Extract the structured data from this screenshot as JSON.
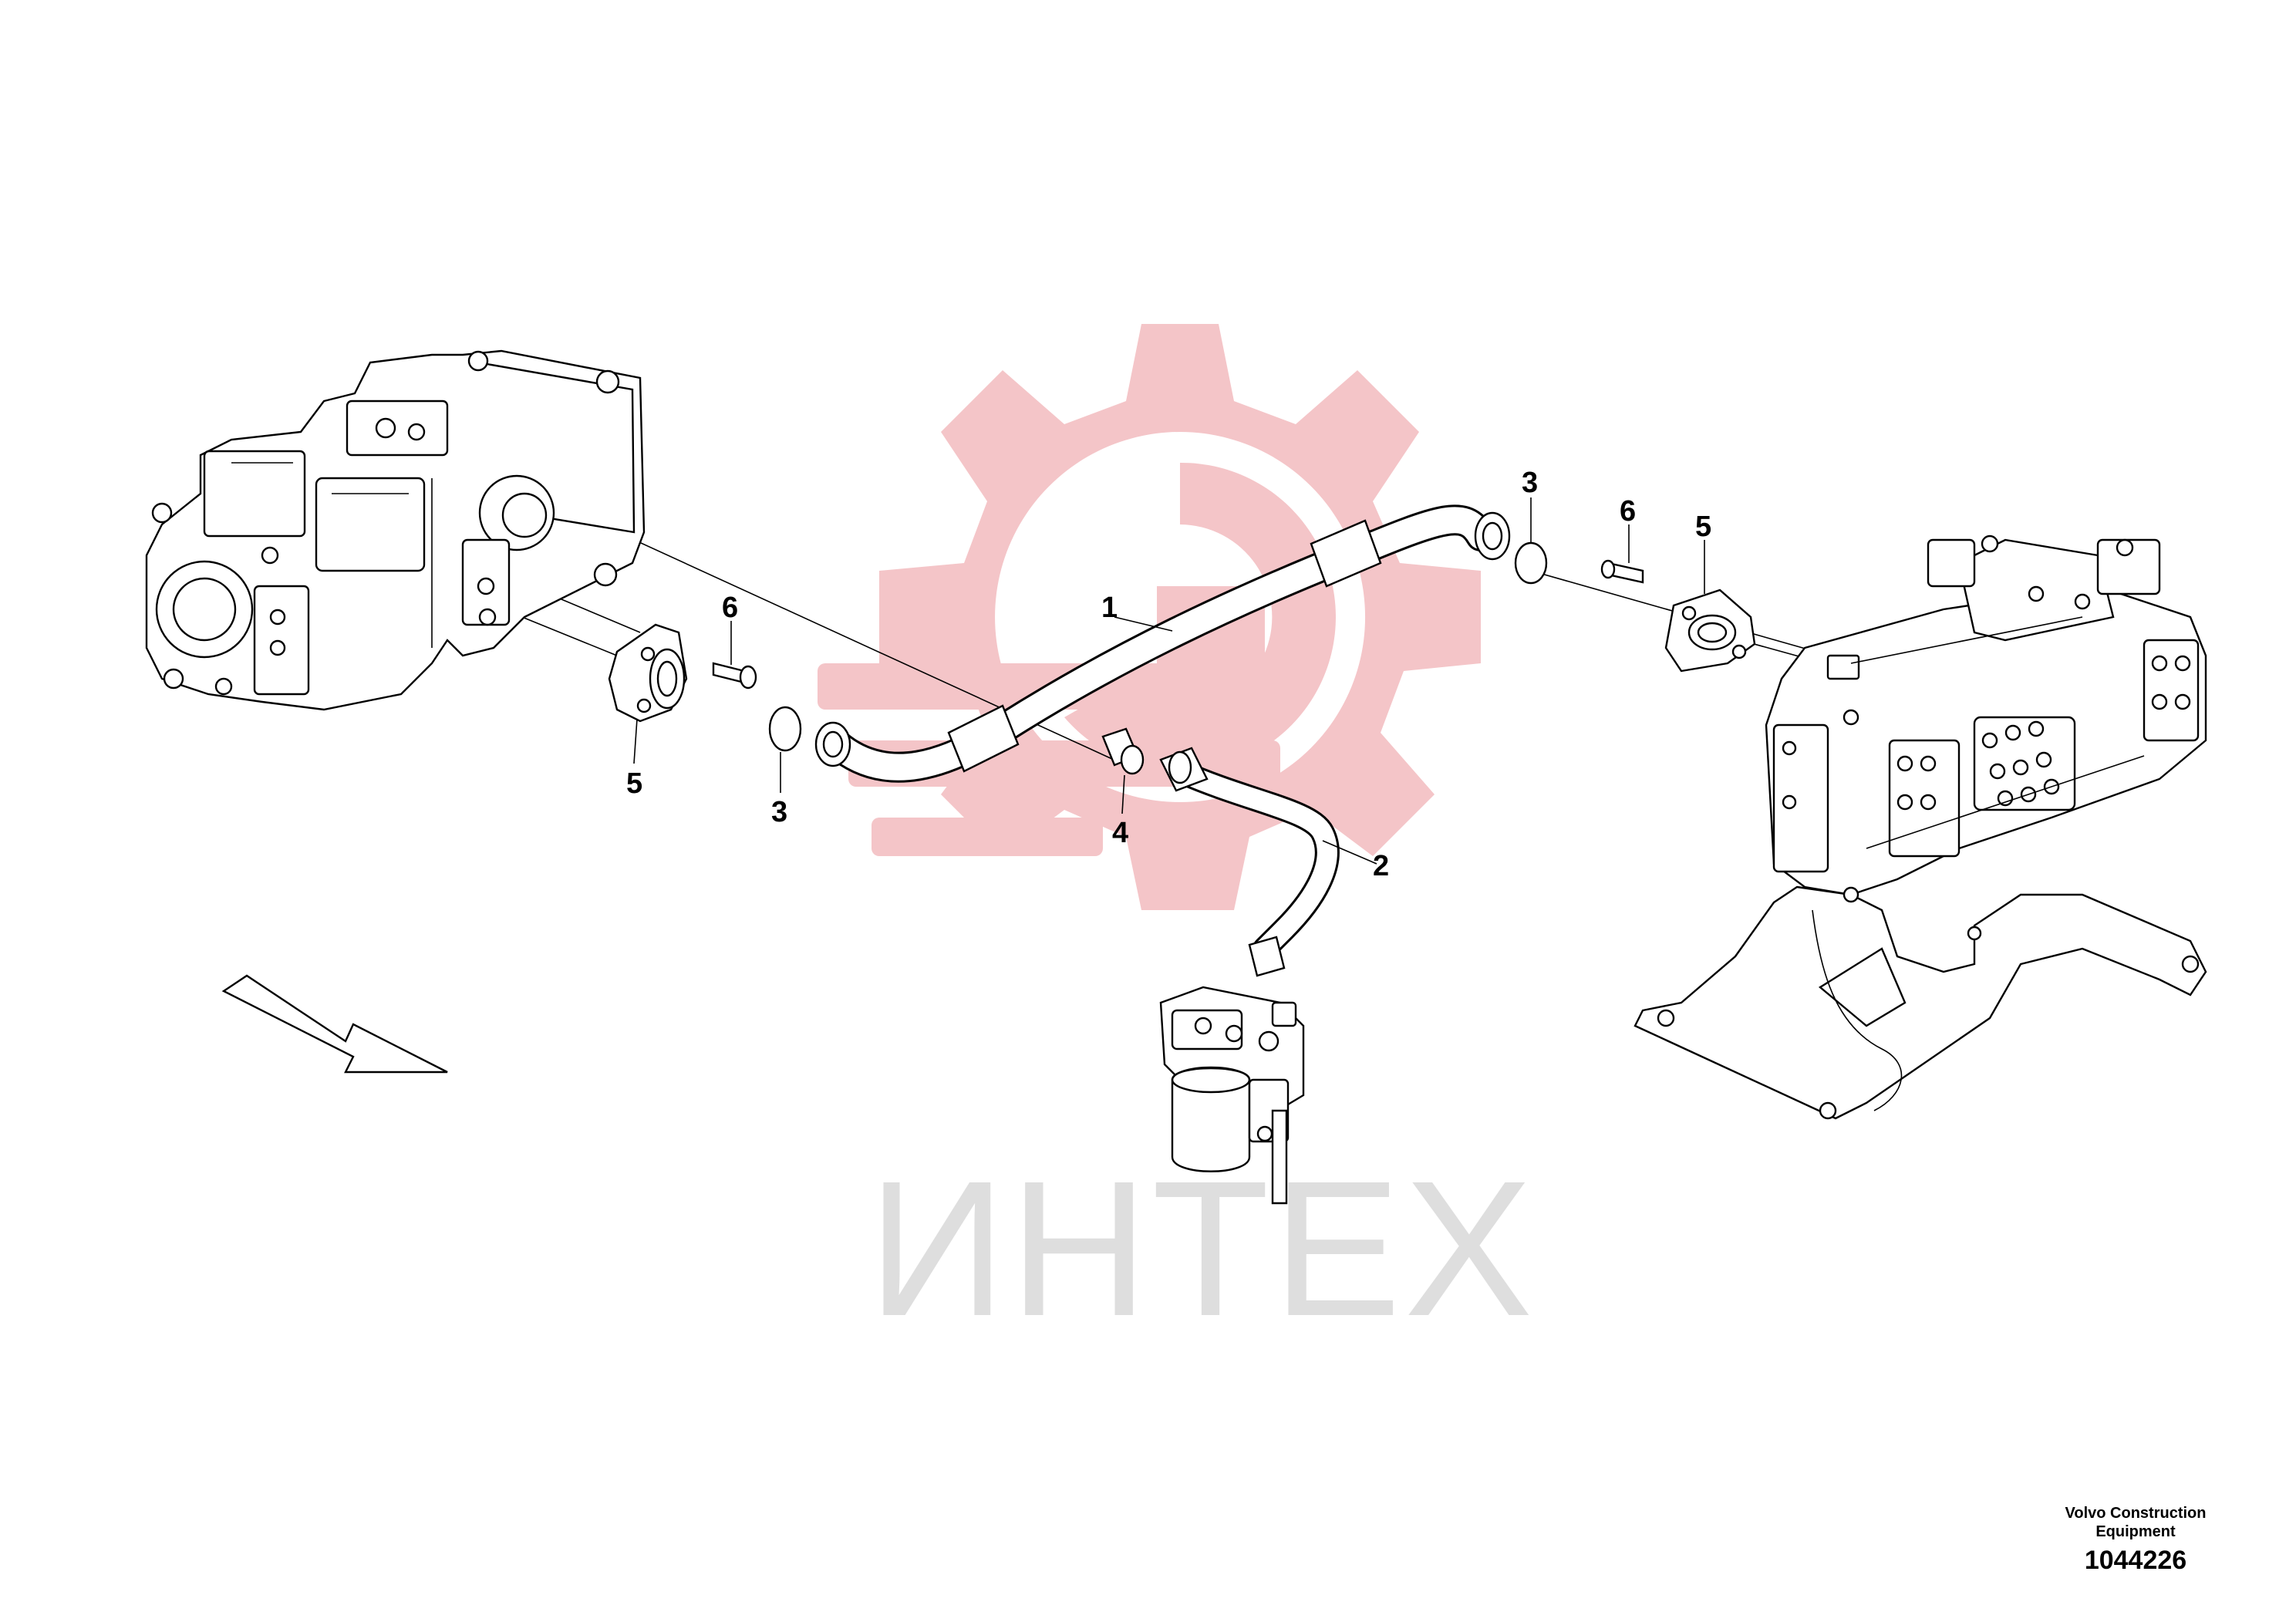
{
  "watermark": {
    "text": "ИНТЕХ",
    "gear_color": "#f4c5c8",
    "text_color": "#dedede"
  },
  "callouts": {
    "hose_1": "1",
    "hose_2": "2",
    "oring_left": "3",
    "oring_right": "3",
    "nipple": "4",
    "flange_left": "5",
    "flange_right": "5",
    "screw_left": "6",
    "screw_right": "6"
  },
  "credit": {
    "manufacturer": "Volvo Construction\nEquipment",
    "doc_number": "1044226"
  },
  "icons": {
    "direction_arrow": "direction-arrow-icon"
  }
}
